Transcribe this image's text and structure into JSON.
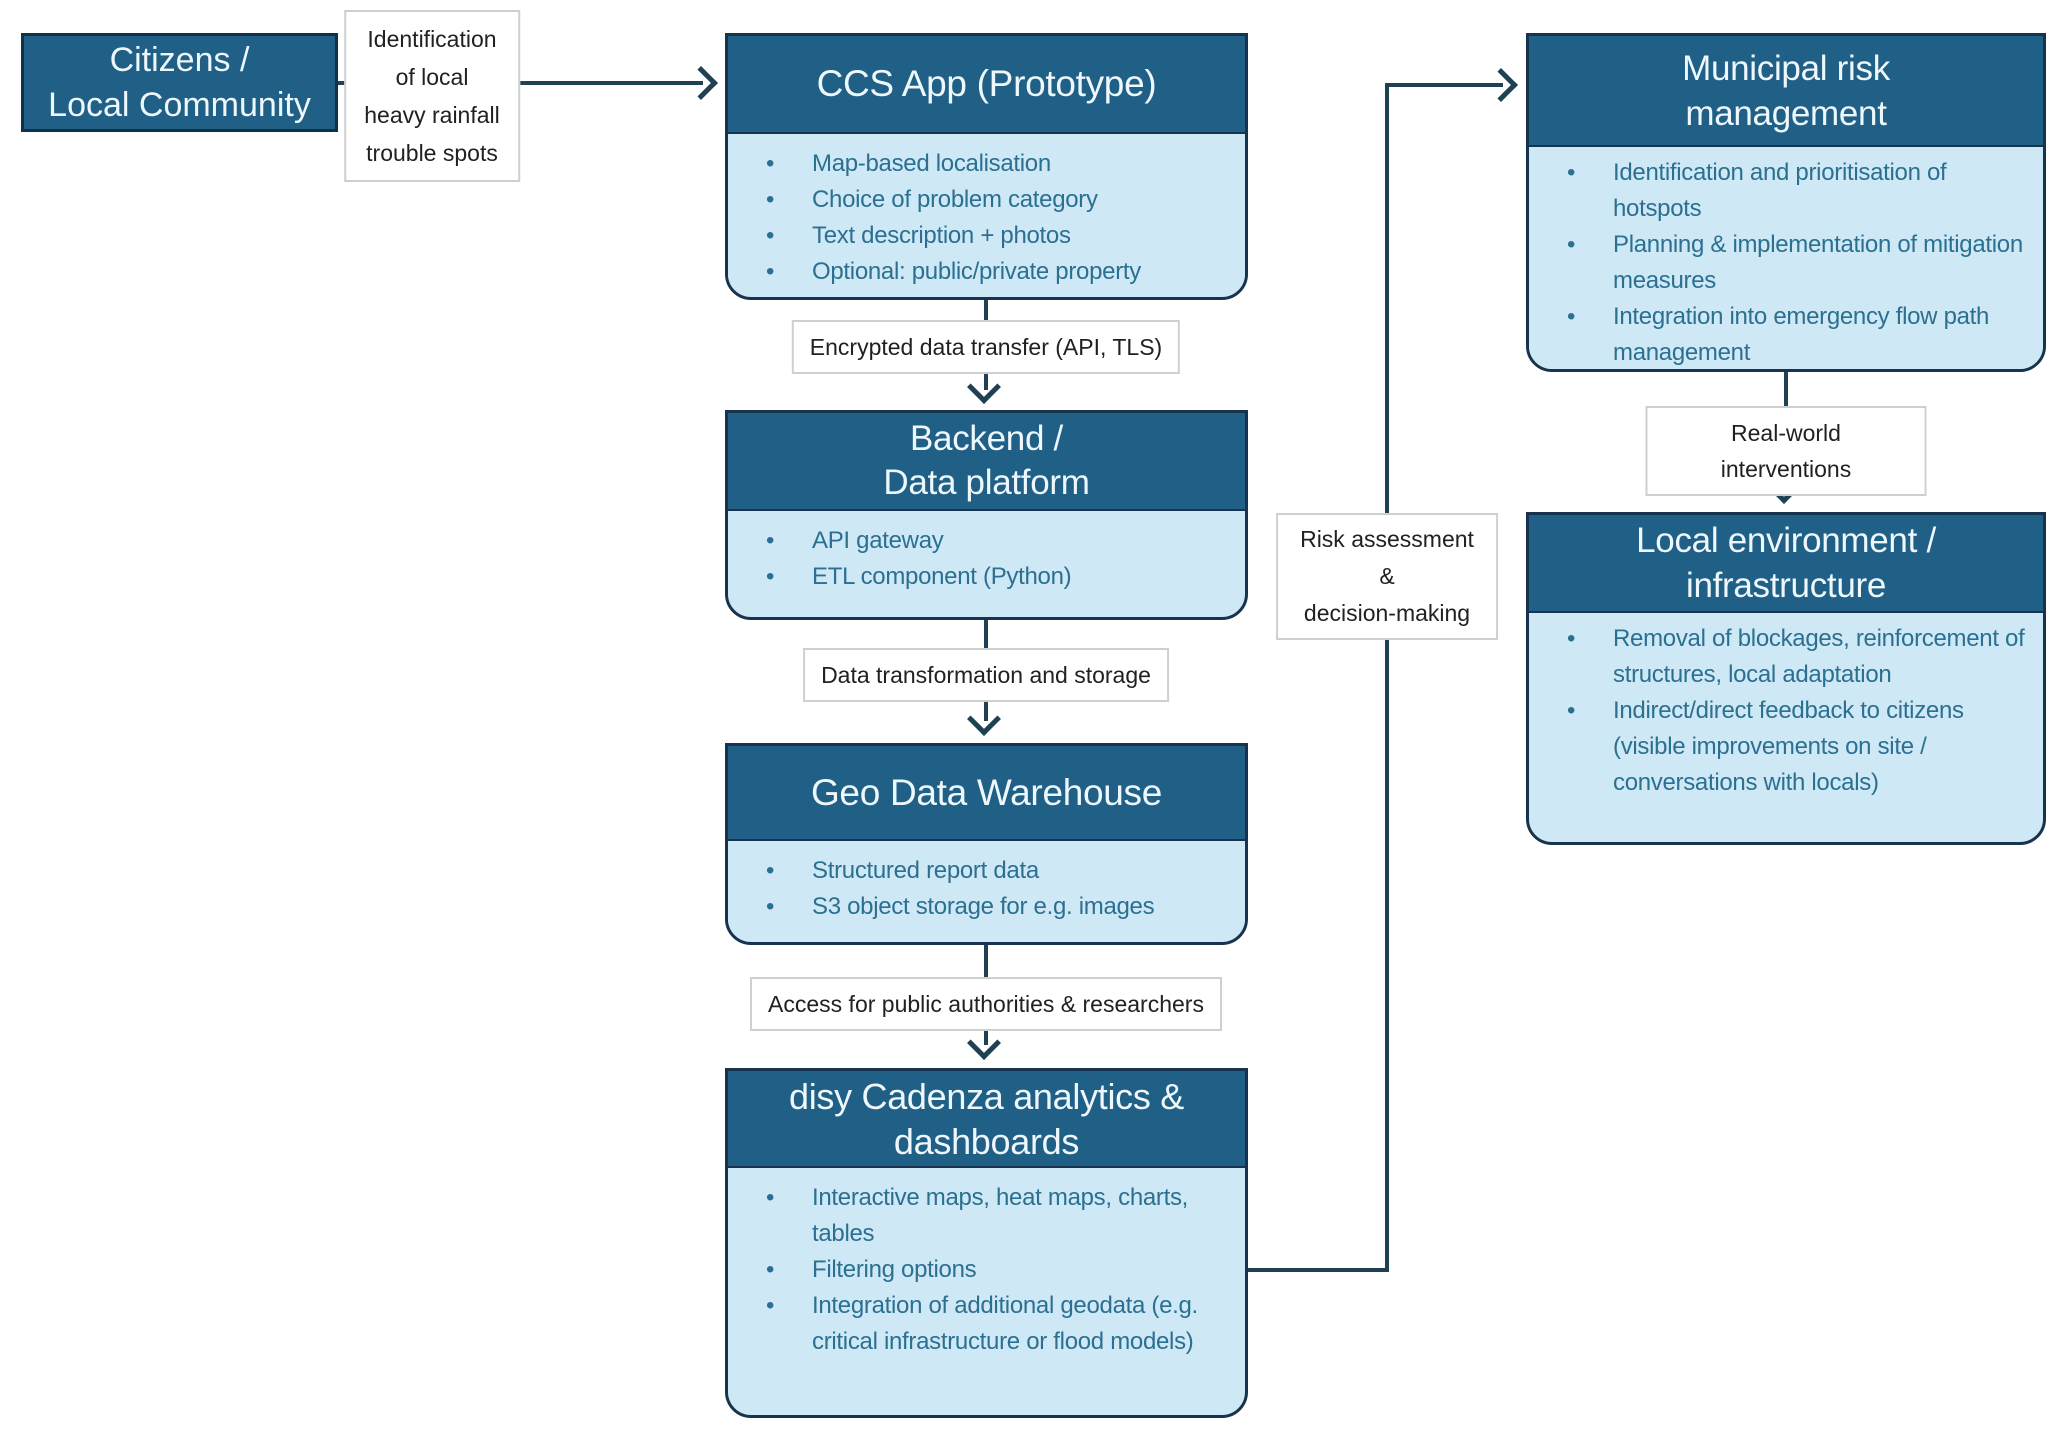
{
  "diagram": {
    "nodes": {
      "citizens": {
        "title": "Citizens /\nLocal Community"
      },
      "ccs_app": {
        "title": "CCS App (Prototype)",
        "bullets": [
          "Map-based localisation",
          "Choice of problem category",
          "Text description + photos",
          "Optional: public/private property"
        ]
      },
      "backend": {
        "title": "Backend /\nData platform",
        "bullets": [
          "API gateway",
          "ETL component (Python)"
        ]
      },
      "geo_warehouse": {
        "title": "Geo Data Warehouse",
        "bullets": [
          "Structured report data",
          "S3 object storage for e.g. images"
        ]
      },
      "disy_cadenza": {
        "title": "disy Cadenza analytics &\ndashboards",
        "bullets": [
          "Interactive maps, heat maps, charts, tables",
          "Filtering options",
          "Integration of additional geodata (e.g. critical infrastructure or flood models)"
        ]
      },
      "municipal": {
        "title": "Municipal risk\nmanagement",
        "bullets": [
          "Identification and prioritisation of hotspots",
          "Planning & implementation of mitigation measures",
          "Integration into emergency flow path management"
        ]
      },
      "local_env": {
        "title": "Local environment /\ninfrastructure",
        "bullets": [
          "Removal of blockages, reinforcement of structures, local adaptation",
          "Indirect/direct feedback to citizens (visible improvements on site / conversations with locals)"
        ]
      }
    },
    "edge_labels": {
      "identification": "Identification\nof local\nheavy rainfall\ntrouble spots",
      "encrypted": "Encrypted data transfer (API, TLS)",
      "transformation": "Data transformation and storage",
      "access": "Access for public authorities & researchers",
      "risk": "Risk assessment\n&\ndecision-making",
      "interventions": "Real-world interventions"
    },
    "colors": {
      "header_bg": "#206086",
      "body_bg": "#cfe8f6",
      "node_border": "#17334d",
      "bullet_text": "#2b7090",
      "arrow": "#1e4154",
      "label_border": "#cfcfcf",
      "label_text": "#212121"
    }
  }
}
